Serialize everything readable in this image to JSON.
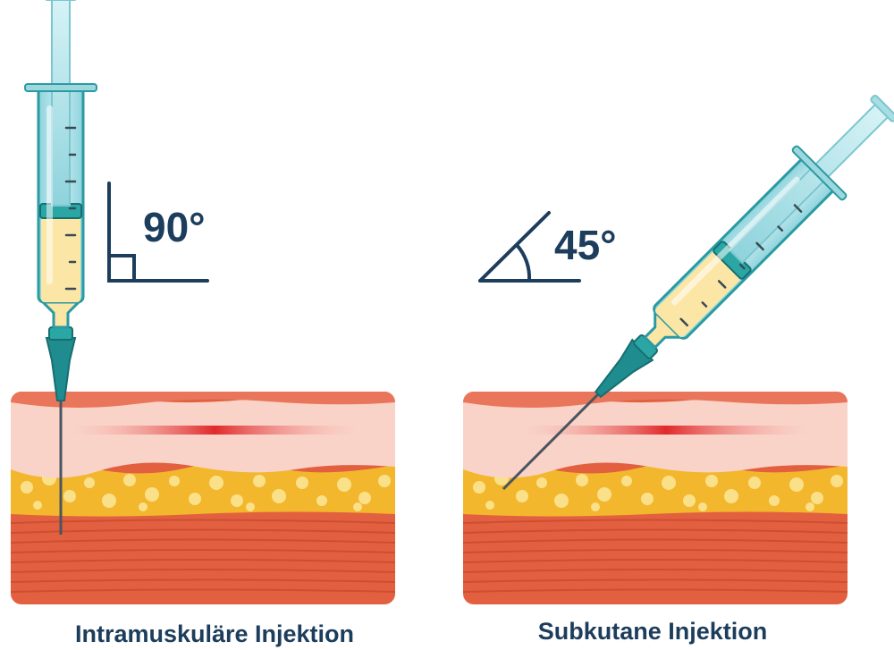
{
  "panels": [
    {
      "id": "intramuscular",
      "angle_label": "90°",
      "caption": "Intramuskuläre Injektion"
    },
    {
      "id": "subcutaneous",
      "angle_label": "45°",
      "caption": "Subkutane Injektion"
    }
  ],
  "colors": {
    "text": "#1d3d5c",
    "epidermis": "#e9765b",
    "dermis": "#f9d3c8",
    "fat": "#f2b72c",
    "fat_dots": "#fbe08a",
    "muscle": "#e2603f",
    "muscle_lines": "#c94a2f",
    "blood_vessel": "#e02a2a",
    "syringe_barrel": "#a7dde4",
    "syringe_outline": "#2a9aa3",
    "medication": "#fbe6a6",
    "needle_hub": "#1f8c8f"
  }
}
